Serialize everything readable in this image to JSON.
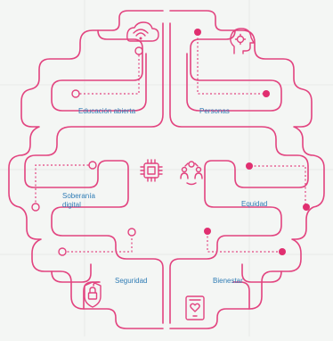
{
  "colors": {
    "outline": "#e2437f",
    "dot": "#e02f70",
    "label": "#2f7cb5",
    "background": "#f4f6f4",
    "grid": "#e8ebe8"
  },
  "labels": {
    "educacion": "Educación abierta",
    "personas": "Personas",
    "soberania": "Soberanía\ndigital",
    "equidad": "Equidad",
    "seguridad": "Seguridad",
    "bienestar": "Bienestar"
  },
  "icons": {
    "cloud": "cloud-wifi-icon",
    "head": "head-gear-icon",
    "chip": "chip-icon",
    "people": "people-network-icon",
    "shield": "shield-lock-icon",
    "tablet": "tablet-heart-icon"
  }
}
